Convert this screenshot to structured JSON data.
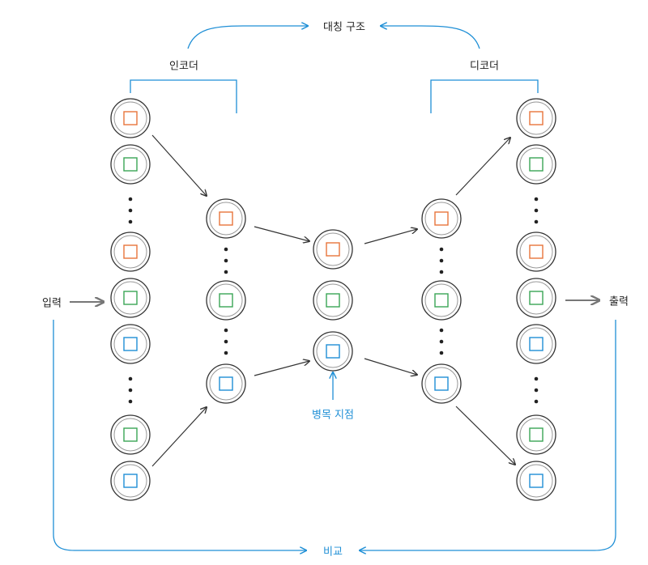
{
  "labels": {
    "symmetry": "대칭 구조",
    "encoder": "인코더",
    "decoder": "디코더",
    "input": "입력",
    "output": "출력",
    "bottleneck": "병목 지점",
    "compare": "비교"
  },
  "colors": {
    "orange": "#e8743b",
    "green": "#3aa655",
    "blue": "#1f8fd6",
    "line": "#333333",
    "bracket": "#1f8fd6",
    "arrow_gray": "#777777"
  },
  "layers": [
    {
      "name": "input-layer",
      "nodes": [
        "orange",
        "green",
        "dots",
        "orange",
        "green",
        "blue",
        "dots",
        "green",
        "blue"
      ]
    },
    {
      "name": "encoder-hidden-layer",
      "nodes": [
        "orange",
        "dots",
        "green",
        "dots",
        "blue"
      ]
    },
    {
      "name": "bottleneck-layer",
      "nodes": [
        "orange",
        "green",
        "blue"
      ]
    },
    {
      "name": "decoder-hidden-layer",
      "nodes": [
        "orange",
        "dots",
        "green",
        "dots",
        "blue"
      ]
    },
    {
      "name": "output-layer",
      "nodes": [
        "orange",
        "green",
        "dots",
        "orange",
        "green",
        "blue",
        "dots",
        "green",
        "blue"
      ]
    }
  ]
}
